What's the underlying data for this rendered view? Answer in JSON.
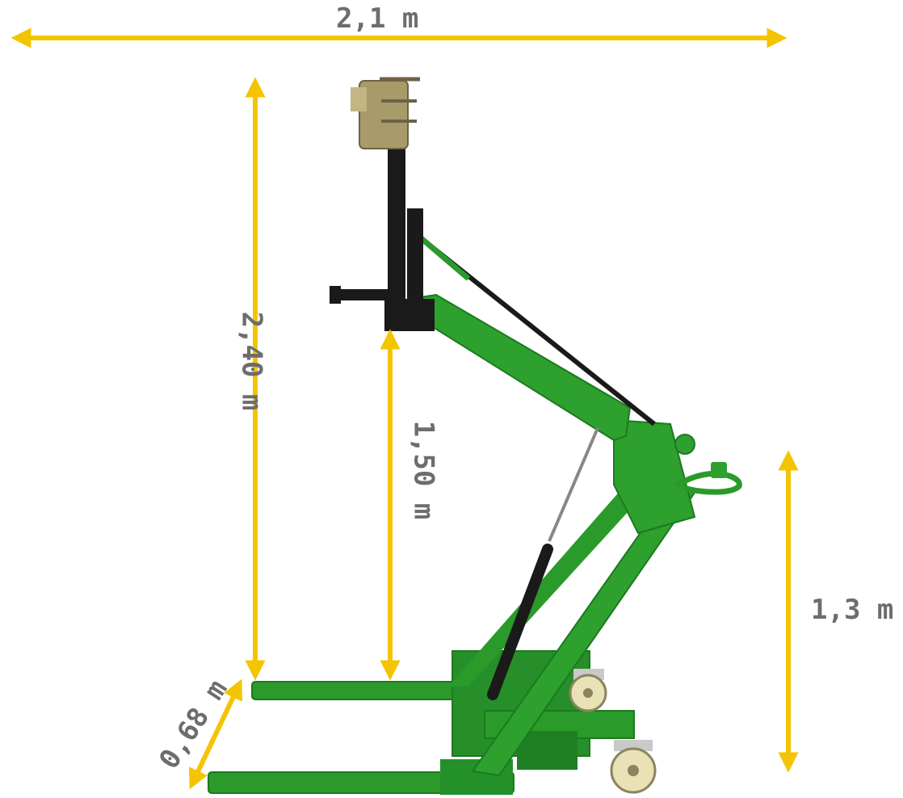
{
  "dimensions": {
    "width": "2,1 m",
    "total_height": "2,40 m",
    "fork_height": "1,50 m",
    "handle_height": "1,3 m",
    "depth": "0,68 m"
  },
  "colors": {
    "arrow": "#f5c400",
    "label": "#6d6d6d",
    "frame": "#2a9a2a",
    "frame_dark": "#1c7a1e",
    "mast": "#1a1a1a",
    "clamp": "#a99a6a",
    "wheel": "#e8e2b6"
  }
}
